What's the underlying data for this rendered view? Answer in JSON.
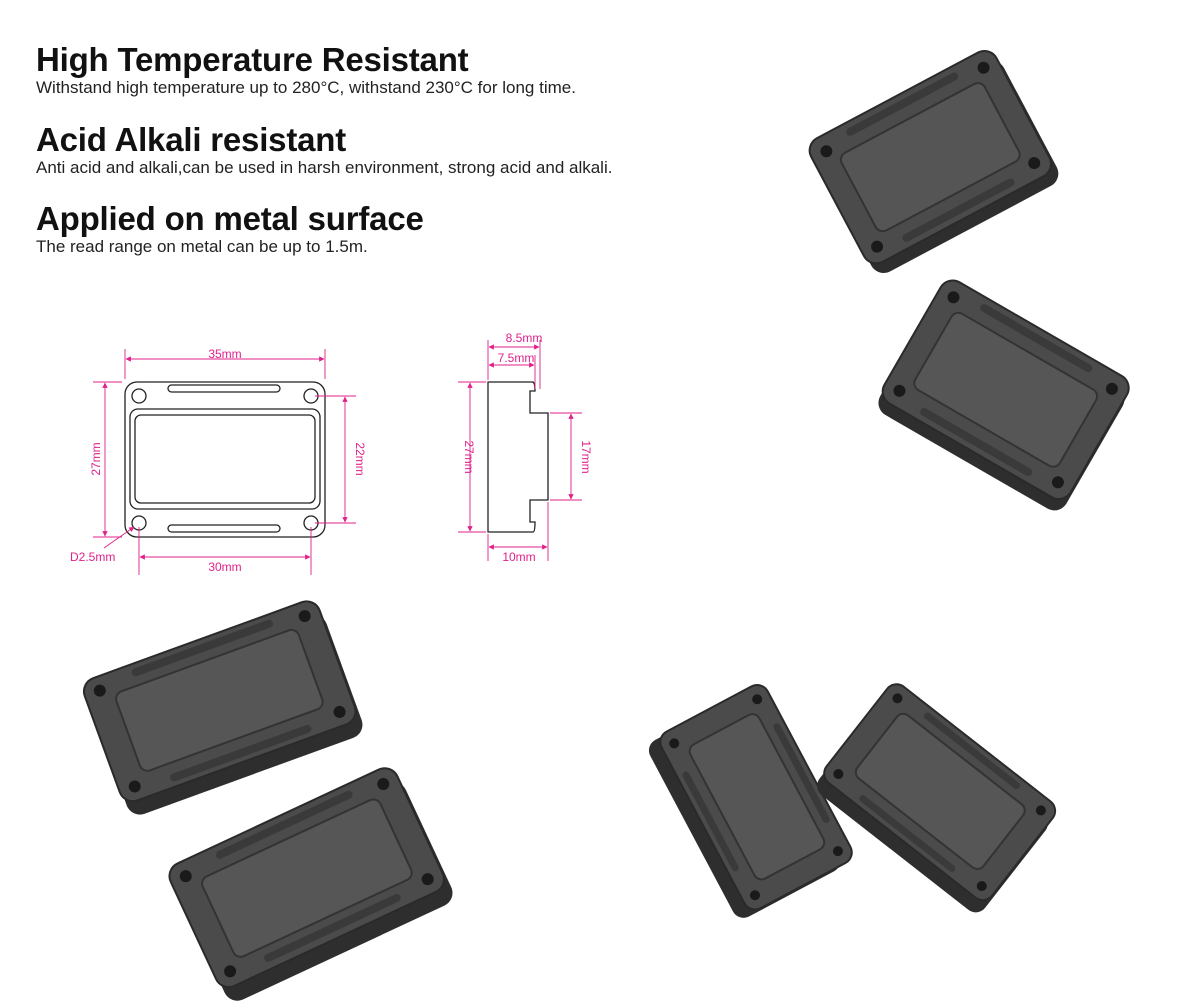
{
  "features": [
    {
      "title": "High Temperature Resistant",
      "text": "Withstand high temperature up to 280°C, withstand 230°C for long time."
    },
    {
      "title": "Acid Alkali resistant",
      "text": "Anti acid and alkali,can be used in harsh environment, strong acid and alkali."
    },
    {
      "title": "Applied on metal surface",
      "text": "The read range on metal can be up to 1.5m."
    }
  ],
  "front_view": {
    "width_label": "35mm",
    "height_label": "27mm",
    "inner_height_label": "22mm",
    "hole_span_label": "30mm",
    "hole_diameter_label": "D2.5mm"
  },
  "side_view": {
    "total_depth_label": "8.5mm",
    "flange_depth_label": "7.5mm",
    "height_label": "27mm",
    "inner_height_label": "17mm",
    "base_width_label": "10mm"
  },
  "colors": {
    "dimension_line": "#e0218a",
    "drawing_line": "#222222",
    "tag_body": "#4a4a4a"
  },
  "icons": {
    "photo": "rfid-tag-photo"
  }
}
